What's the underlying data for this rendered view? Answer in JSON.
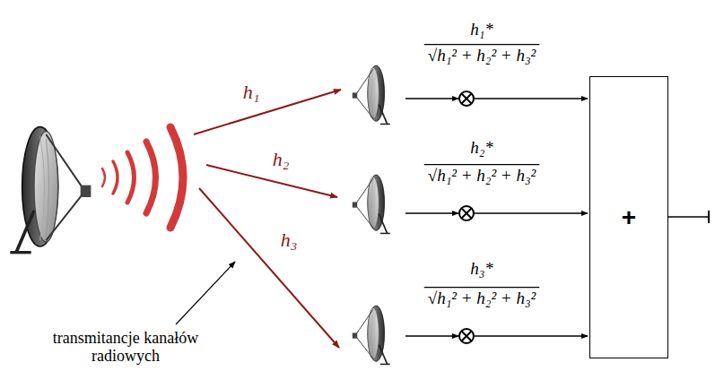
{
  "diagram": {
    "nodes": [
      {
        "text": [
          "+"
        ]
      }
    ],
    "labels": [
      "h₁*",
      "√h₁² + h₂² + h₃²",
      "h₁",
      "h₂",
      "h₂*",
      "√h₁² + h₂² + h₃²",
      "h₃",
      "h₃*",
      "√h₁² + h₂² + h₃²",
      "transmitancje kanałów radiowych"
    ]
  }
}
